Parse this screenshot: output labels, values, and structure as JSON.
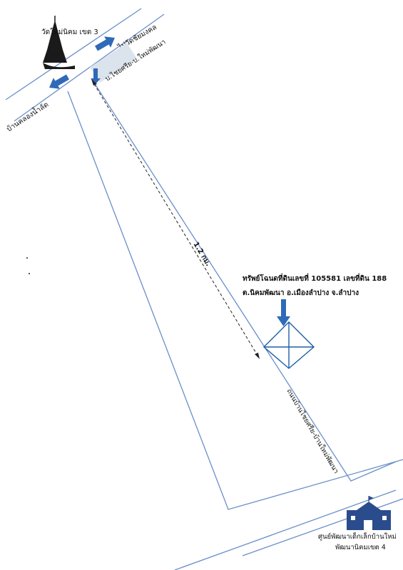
{
  "labels": {
    "temple": "วัดใหม่นิคม เขต 3",
    "to_wat_chaimongkol": "ไปวัดชัยมงคล",
    "to_ban_khlong_nam_lat": "บ้านคลองน้ำลัด",
    "ban_chaiya_junction": "บ.ไชยศรีย-บ.ใหม่พัฒนา",
    "distance": "1.2 กม.",
    "road_name": "ถนนบ้านไชยศรีย-บ้านใหม่พัฒนา",
    "property_line1": "ทรัพย์โฉนดที่ดินเลขที่ 105581  เลขที่ดิน  188",
    "property_line2": "ต.นิคมพัฒนา  อ.เมืองลำปาง  จ.ลำปาง",
    "school_line1": "ศูนย์พัฒนาเด็กเล็กบ้านใหม่",
    "school_line2": "พัฒนานิคมเขต 4"
  },
  "colors": {
    "road_line": "#6a8fc9",
    "arrow": "#2f6ab8",
    "parcel": "#1f5fa6",
    "highlight": "#dbe3ec",
    "temple": "#1a1a1a",
    "school": "#2b4c8c"
  }
}
